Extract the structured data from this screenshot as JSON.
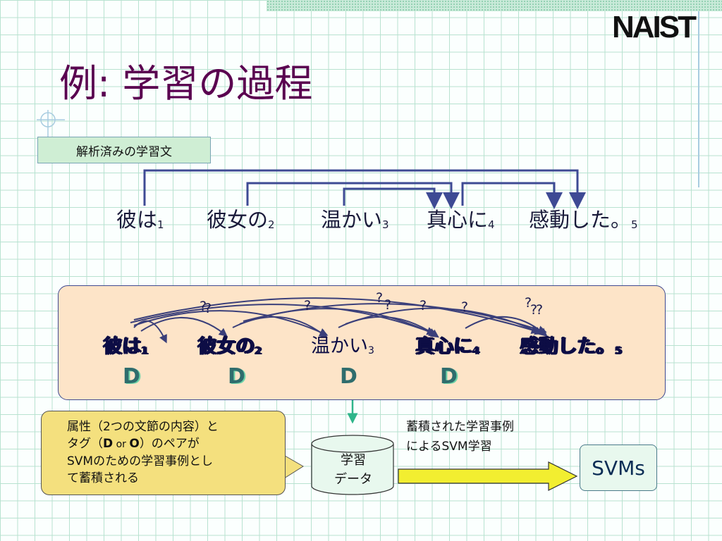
{
  "logo": "NAIST",
  "title": "例: 学習の過程",
  "parsed_label": "解析済みの学習文",
  "sentence": [
    {
      "text": "彼は",
      "index": "1"
    },
    {
      "text": "彼女の",
      "index": "2"
    },
    {
      "text": "温かい",
      "index": "3"
    },
    {
      "text": "真心に",
      "index": "4"
    },
    {
      "text": "感動した。",
      "index": "5"
    }
  ],
  "panel": {
    "words": [
      {
        "text": "彼は",
        "index": "1"
      },
      {
        "text": "彼女の",
        "index": "2"
      },
      {
        "text": "温かい",
        "index": "3"
      },
      {
        "text": "真心に",
        "index": "4"
      },
      {
        "text": "感動した。",
        "index": "5"
      }
    ],
    "tags": [
      "D",
      "D",
      "D",
      "D"
    ],
    "question": "?"
  },
  "callout": {
    "line1": "属性（2つの文節の内容）と",
    "line2_pre": "タグ（",
    "tag_d": "D",
    "or": " or ",
    "tag_o": "O",
    "line2_post": "）のペアが",
    "line3": "SVMのための学習事例とし",
    "line4": "て蓄積される"
  },
  "database_label": "学習\nデータ",
  "svm_caption": "蓄積された学習事例\nによるSVM学習",
  "svms_label": "SVMs",
  "colors": {
    "title": "#5a0050",
    "dependency_arrow": "#3e4a94",
    "panel_fill": "#fde4c8",
    "callout_fill": "#f4e07e",
    "big_arrow": "#f2ee30",
    "tag_text": "#2f6d6d"
  }
}
